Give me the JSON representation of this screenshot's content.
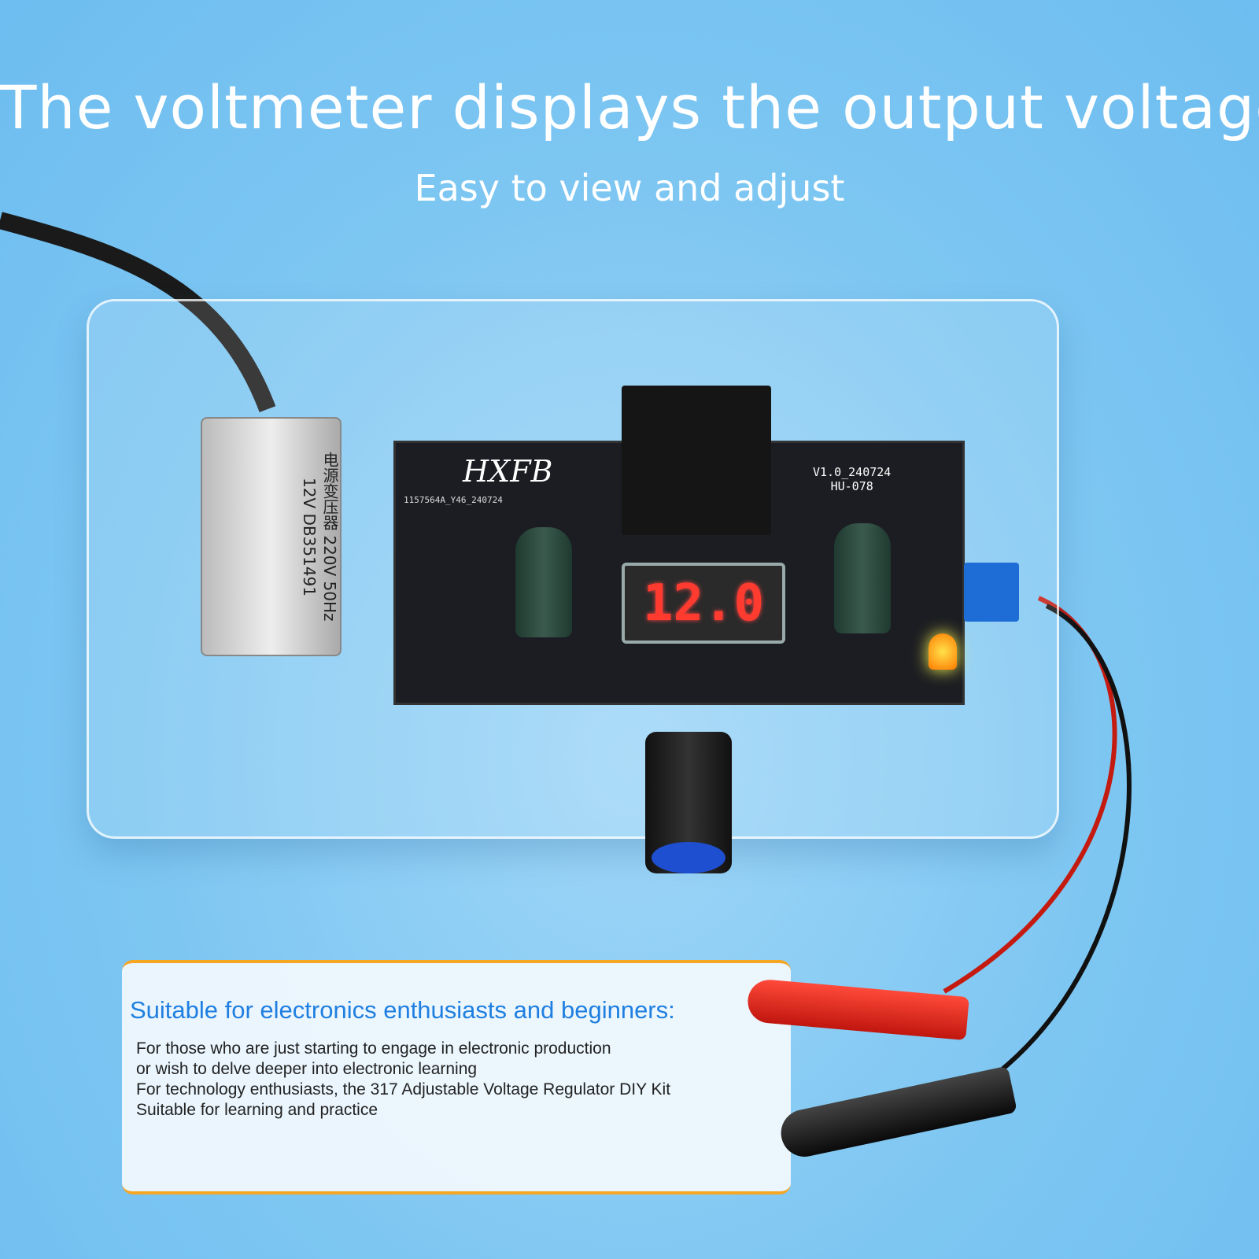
{
  "header": {
    "title": "The voltmeter displays the output voltage",
    "subtitle": "Easy to view and adjust"
  },
  "product": {
    "pcb_brand": "HXFB",
    "pcb_serial": "1157564A_Y46_240724",
    "pcb_version": "V1.0_240724",
    "pcb_model": "HU-078",
    "display_reading": "12.0",
    "transformer_label": "电源变压器 220V 50Hz 12V DB351491"
  },
  "info_card": {
    "title": "Suitable for electronics enthusiasts and beginners:",
    "lines": [
      "For those who are just starting to engage in electronic production",
      "or wish to delve deeper into electronic learning",
      "For technology enthusiasts, the 317 Adjustable Voltage Regulator DIY Kit",
      "Suitable for learning and practice"
    ]
  },
  "colors": {
    "background": "#7dc6f2",
    "accent": "#1f7fe0",
    "card_border": "#f5a623",
    "display": "#ff3b30"
  }
}
